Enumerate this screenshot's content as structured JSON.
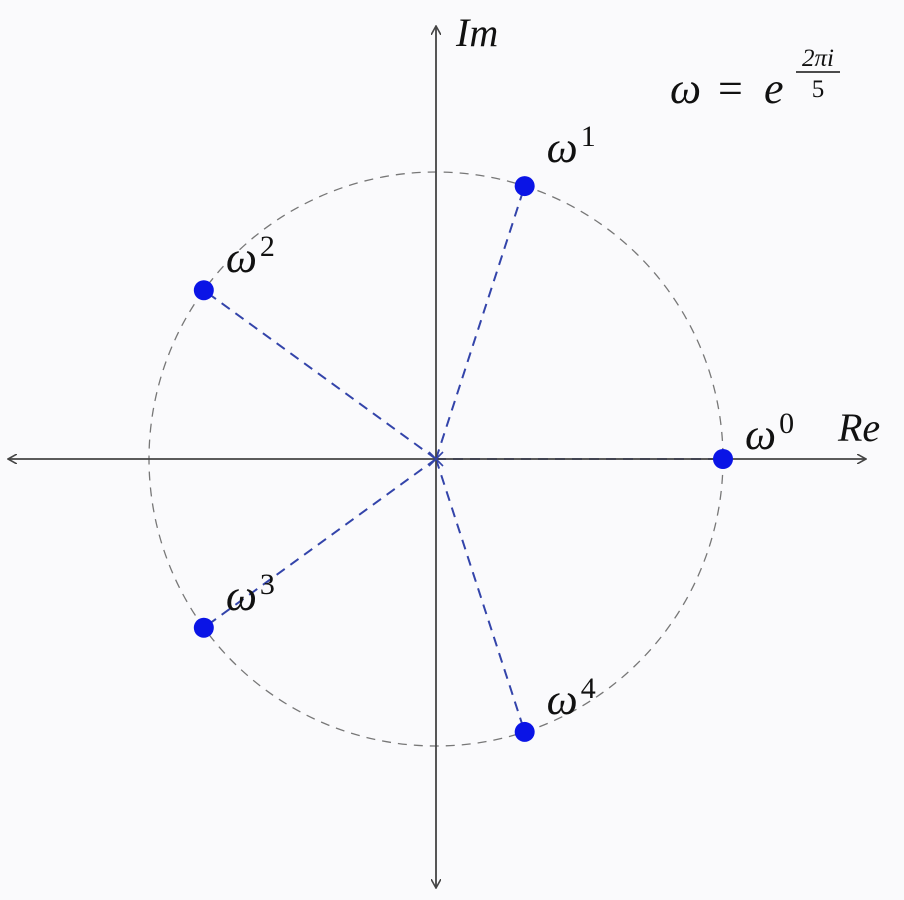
{
  "axes": {
    "real_label": "Re",
    "imag_label": "Im"
  },
  "formula": {
    "lhs": "ω",
    "equals": "=",
    "base": "e",
    "exp_num": "2πi",
    "exp_den": "5"
  },
  "roots": [
    {
      "base": "ω",
      "power": "0",
      "re": 1.0,
      "im": 0.0
    },
    {
      "base": "ω",
      "power": "1",
      "re": 0.309,
      "im": 0.951
    },
    {
      "base": "ω",
      "power": "2",
      "re": -0.809,
      "im": 0.588
    },
    {
      "base": "ω",
      "power": "3",
      "re": -0.809,
      "im": -0.588
    },
    {
      "base": "ω",
      "power": "4",
      "re": 0.309,
      "im": -0.951
    }
  ],
  "colors": {
    "axis": "#444444",
    "circle": "#777777",
    "spoke": "#3344aa",
    "point": "#0a14e6"
  }
}
